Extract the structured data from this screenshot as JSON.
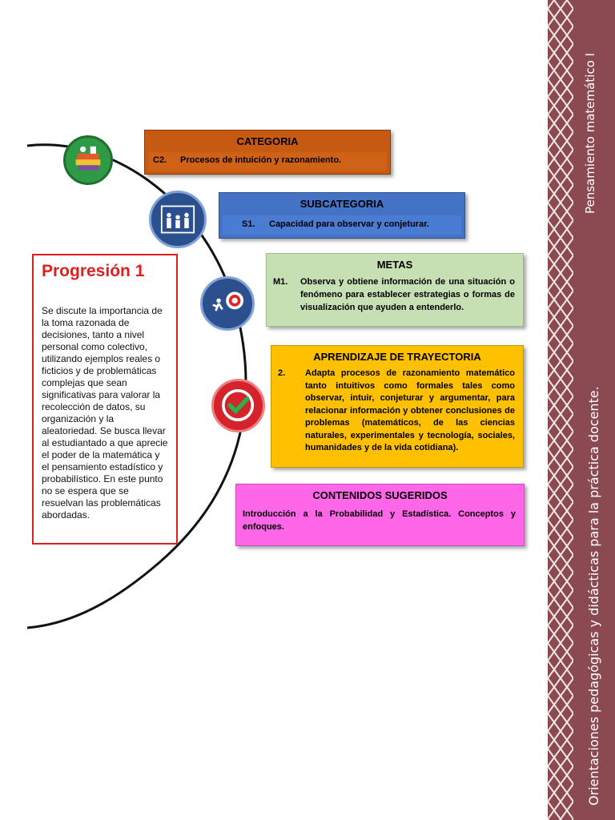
{
  "side_band": {
    "top_text": "Pensamiento matemático I",
    "bottom_text": "Orientaciones pedagógicas y didácticas para la práctica docente."
  },
  "progresion": {
    "title": "Progresión 1",
    "body": "Se discute la importancia de la toma razonada de decisiones, tanto a nivel personal como colectivo, utilizando ejemplos reales o ficticios y de problemáticas complejas que sean significativas para valorar la recolección de datos, su organización y la aleatoriedad. Se busca llevar al estudiantado a que aprecie el poder de la matemática y el pensamiento estadístico y probabilístico. En este punto no se espera que se resuelvan las problemáticas abordadas."
  },
  "categoria": {
    "heading": "CATEGORIA",
    "code": "C2.",
    "text": "Procesos de intuición y razonamiento."
  },
  "subcategoria": {
    "heading": "SUBCATEGORIA",
    "code": "S1.",
    "text": "Capacidad para observar y conjeturar."
  },
  "metas": {
    "heading": "METAS",
    "code": "M1.",
    "text": "Observa y obtiene información de una situación o fenómeno para establecer estrategias o formas de visualización que ayuden a entenderlo."
  },
  "aprendizaje": {
    "heading": "APRENDIZAJE DE TRAYECTORIA",
    "code": "2.",
    "text": "Adapta procesos de razonamiento matemático tanto intuitivos como formales tales como observar, intuir, conjeturar y argumentar, para relacionar información y obtener conclusiones de problemas (matemáticos, de las ciencias naturales, experimentales y tecnología, sociales, humanidades y de la vida cotidiana)."
  },
  "contenidos": {
    "heading": "CONTENIDOS SUGERIDOS",
    "text": "Introducción a la Probabilidad y Estadística. Conceptos y enfoques."
  },
  "colors": {
    "categoria": "#c65a13",
    "subcategoria": "#4472c4",
    "metas": "#c6e0b4",
    "aprendizaje": "#ffc000",
    "contenidos": "#ff66e8",
    "progresion_border": "#e01e1e",
    "band": "#8b4a52"
  },
  "icons": [
    "books-icon",
    "family-icon",
    "runner-target-icon",
    "checkmark-icon"
  ]
}
